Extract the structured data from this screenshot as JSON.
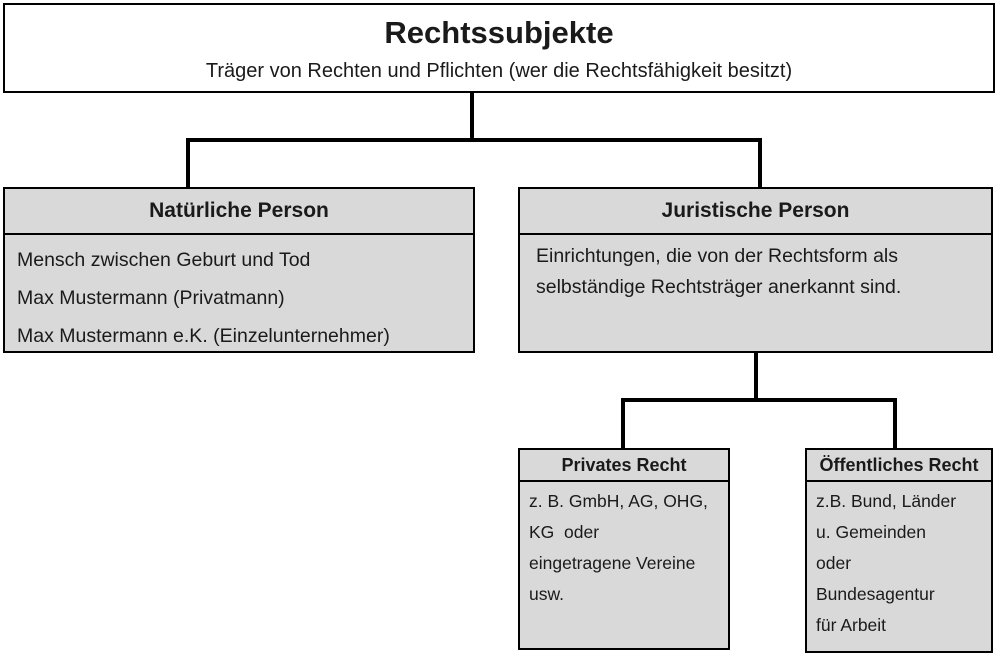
{
  "diagram": {
    "root": {
      "title": "Rechtssubjekte",
      "subtitle": "Träger von Rechten und Pflichten (wer die Rechtsfähigkeit besitzt)"
    },
    "natural_person": {
      "title": "Natürliche Person",
      "lines": [
        "Mensch zwischen Geburt und Tod",
        "Max Mustermann (Privatmann)",
        "Max Mustermann e.K. (Einzelunternehmer)"
      ]
    },
    "legal_person": {
      "title": "Juristische Person",
      "lines": [
        "Einrichtungen, die von der Rechtsform als",
        "selbständige Rechtsträger anerkannt sind."
      ]
    },
    "private_law": {
      "title": "Privates Recht",
      "lines": [
        "z. B. GmbH, AG, OHG,",
        "KG  oder",
        "eingetragene Vereine",
        "usw."
      ]
    },
    "public_law": {
      "title": "Öffentliches Recht",
      "lines": [
        "z.B. Bund, Länder",
        "u. Gemeinden",
        "oder",
        "Bundesagentur",
        "für Arbeit"
      ]
    },
    "colors": {
      "box_fill": "#d9d9d9",
      "line": "#000000",
      "background": "#ffffff"
    }
  }
}
